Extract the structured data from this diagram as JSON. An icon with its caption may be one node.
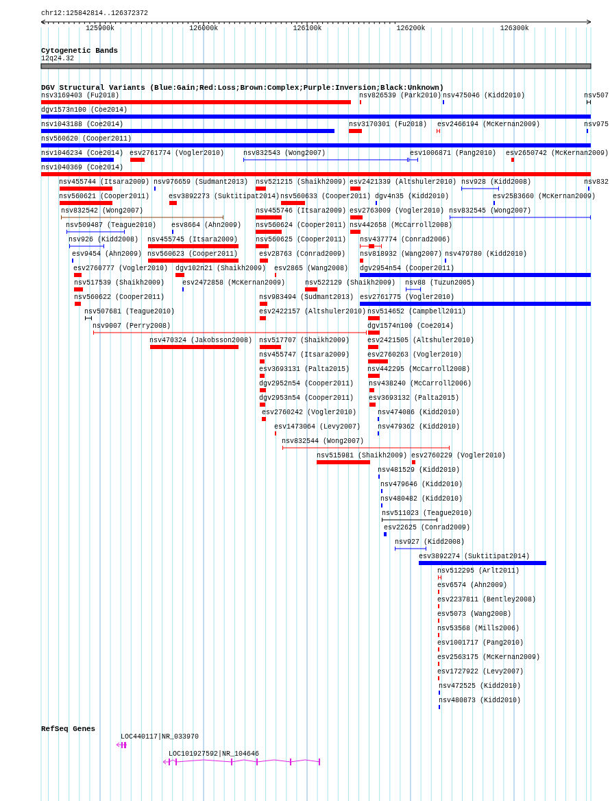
{
  "diagram": {
    "title": "chr12:125842814..126372372",
    "labels": [
      "125900k",
      "126000k",
      "126100k",
      "126200k",
      "126300k",
      "Cytogenetic Bands",
      "12q24.32",
      "DGV Structural Variants (Blue:Gain;Red:Loss;Brown:Complex;Purple:Inversion;Black:Unknown)",
      "nsv3169403 (Fu2018)",
      "nsv826539 (Park2010)",
      "nsv475046 (Kidd2010)",
      "nsv507",
      "dgv1573n100 (Coe2014)",
      "nsv1043188 (Coe2014)",
      "nsv3170301 (Fu2018)",
      "esv2466194 (McKernan2009)",
      "nsv975",
      "nsv560620 (Cooper2011)",
      "nsv1046234 (Coe2014)",
      "esv2761774 (Vogler2010)",
      "nsv832543 (Wong2007)",
      "esv1006871 (Pang2010)",
      "esv2650742 (McKernan2009)",
      "nsv1040369 (Coe2014)",
      "nsv455744 (Itsara2009)",
      "nsv976659 (Sudmant2013)",
      "nsv521215 (Shaikh2009)",
      "esv2421339 (Altshuler2010)",
      "nsv928 (Kidd2008)",
      "nsv832",
      "nsv560621 (Cooper2011)",
      "esv3892273 (Suktitipat2014)",
      "nsv560633 (Cooper2011)",
      "dgv4n35 (Kidd2010)",
      "esv2583660 (McKernan2009)",
      "nsv832542 (Wong2007)",
      "nsv455746 (Itsara2009)",
      "esv2763009 (Vogler2010)",
      "nsv832545 (Wong2007)",
      "nsv509487 (Teague2010)",
      "esv8664 (Ahn2009)",
      "nsv560624 (Cooper2011)",
      "nsv442658 (McCarroll2008)",
      "nsv926 (Kidd2008)",
      "nsv455745 (Itsara2009)",
      "nsv560625 (Cooper2011)",
      "nsv437774 (Conrad2006)",
      "esv9454 (Ahn2009)",
      "nsv560623 (Cooper2011)",
      "esv28763 (Conrad2009)",
      "nsv818932 (Wang2007)",
      "nsv479780 (Kidd2010)",
      "esv2760777 (Vogler2010)",
      "dgv102n21 (Shaikh2009)",
      "esv2865 (Wang2008)",
      "dgv2954n54 (Cooper2011)",
      "nsv517539 (Shaikh2009)",
      "esv2472858 (McKernan2009)",
      "nsv522129 (Shaikh2009)",
      "nsv88 (Tuzun2005)",
      "nsv560622 (Cooper2011)",
      "nsv983494 (Sudmant2013)",
      "esv2761775 (Vogler2010)",
      "nsv507681 (Teague2010)",
      "esv2422157 (Altshuler2010)",
      "nsv514652 (Campbell2011)",
      "nsv9007 (Perry2008)",
      "dgv1574n100 (Coe2014)",
      "nsv470324 (Jakobsson2008)",
      "nsv517707 (Shaikh2009)",
      "esv2421505 (Altshuler2010)",
      "nsv455747 (Itsara2009)",
      "esv2760263 (Vogler2010)",
      "esv3693131 (Palta2015)",
      "nsv442295 (McCarroll2008)",
      "dgv2952n54 (Cooper2011)",
      "nsv438240 (McCarroll2006)",
      "dgv2953n54 (Cooper2011)",
      "esv3693132 (Palta2015)",
      "esv2760242 (Vogler2010)",
      "nsv474086 (Kidd2010)",
      "esv1473064 (Levy2007)",
      "nsv479362 (Kidd2010)",
      "nsv832544 (Wong2007)",
      "nsv515981 (Shaikh2009)",
      "esv2760229 (Vogler2010)",
      "nsv481529 (Kidd2010)",
      "nsv479646 (Kidd2010)",
      "nsv480482 (Kidd2010)",
      "nsv511023 (Teague2010)",
      "esv22625 (Conrad2009)",
      "nsv927 (Kidd2008)",
      "esv3892274 (Suktitipat2014)",
      "nsv512295 (Arlt2011)",
      "esv6574 (Ahn2009)",
      "esv2237811 (Bentley2008)",
      "esv5073 (Wang2008)",
      "nsv53568 (Mills2006)",
      "esv1001717 (Pang2010)",
      "esv2563175 (McKernan2009)",
      "esv1727922 (Levy2007)",
      "nsv472525 (Kidd2010)",
      "nsv480873 (Kidd2010)",
      "RefSeq Genes",
      "LOC440117|NR_033970",
      "LOC101927592|NR_104646"
    ]
  }
}
